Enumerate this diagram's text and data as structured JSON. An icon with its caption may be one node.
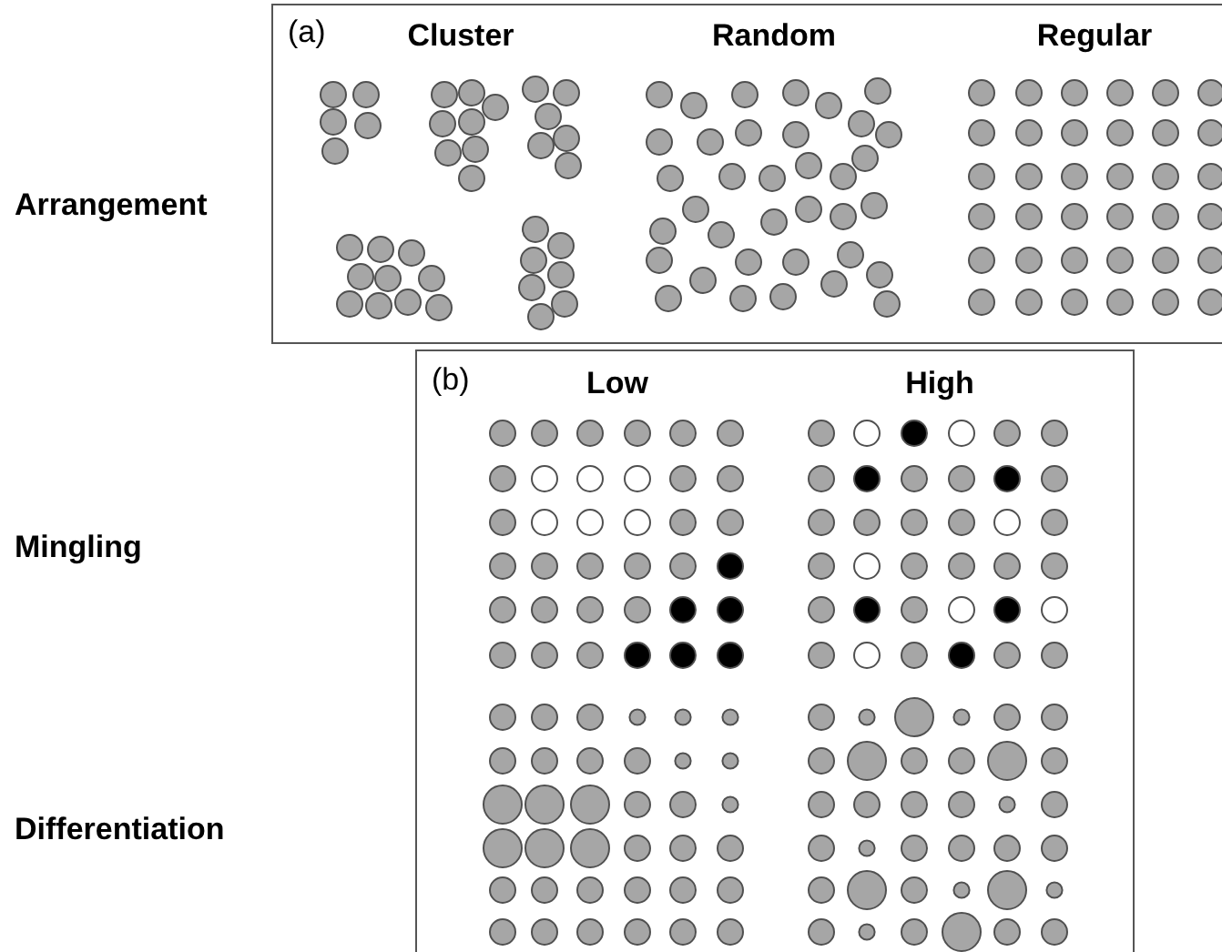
{
  "diagram": {
    "nodes": [
      {
        "text": [
          "(a)",
          "Cluster",
          "Random",
          "Regular"
        ]
      },
      {
        "text": [
          "(b)",
          "Low",
          "High"
        ]
      }
    ],
    "labels": [
      "Arrangement",
      "Mingling",
      "Differentiation"
    ]
  }
}
